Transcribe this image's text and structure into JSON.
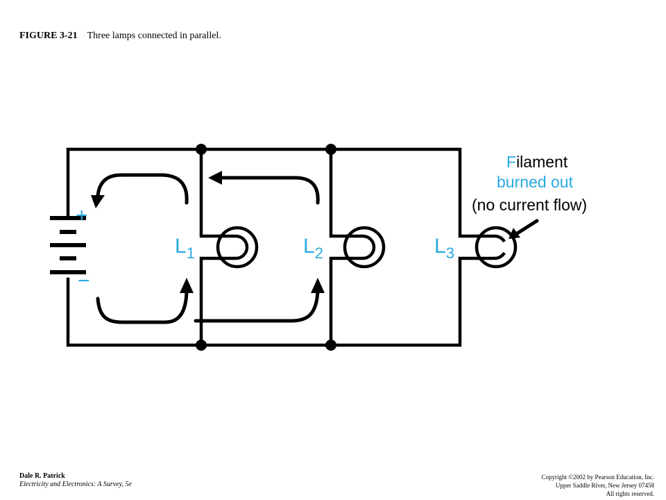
{
  "caption": {
    "figure": "FIGURE 3-21",
    "text": "Three lamps connected in parallel."
  },
  "battery": {
    "plus": "+",
    "minus": "−"
  },
  "lamps": [
    {
      "letter": "L",
      "sub": "1"
    },
    {
      "letter": "L",
      "sub": "2"
    },
    {
      "letter": "L",
      "sub": "3"
    }
  ],
  "annotation": {
    "line1_first": "F",
    "line1_rest": "ilament",
    "line2": "burned out",
    "line3": "(no current flow)"
  },
  "colors": {
    "accent": "#29aae2",
    "ink": "#000000"
  },
  "footer": {
    "author": "Dale R. Patrick",
    "book": "Electricity and Electronics: A Survey, 5e",
    "copyright": "Copyright ©2002 by Pearson Education, Inc.",
    "address": "Upper Saddle River, New Jersey 07458",
    "rights": "All rights reserved."
  }
}
